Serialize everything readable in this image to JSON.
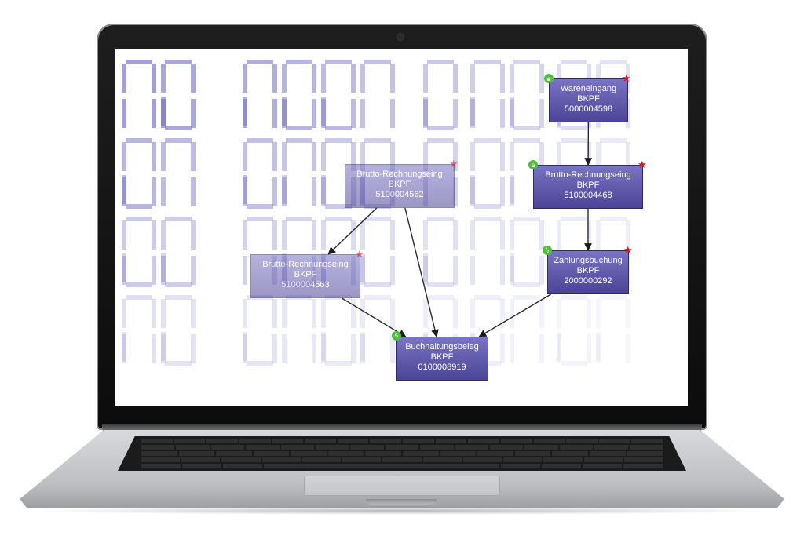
{
  "diagram": {
    "nodes": [
      {
        "id": "wareneingang",
        "lines": [
          "Wareneingang",
          "BKPF",
          "5000004598"
        ],
        "faded": false,
        "status_icon": "lock-icon",
        "star": true
      },
      {
        "id": "brutto-a",
        "lines": [
          "Brutto-Rechnungseing",
          "BKPF",
          "5100004468"
        ],
        "faded": false,
        "status_icon": "lock-icon",
        "star": true
      },
      {
        "id": "zahlung",
        "lines": [
          "Zahlungsbuchung",
          "BKPF",
          "2000000292"
        ],
        "faded": false,
        "status_icon": "bolt-icon",
        "star": true
      },
      {
        "id": "brutto-b",
        "lines": [
          "Brutto-Rechnungseing",
          "BKPF",
          "5100004562"
        ],
        "faded": true,
        "status_icon": null,
        "star": true
      },
      {
        "id": "brutto-c",
        "lines": [
          "Brutto-Rechnungseing",
          "BKPF",
          "5100004563"
        ],
        "faded": true,
        "status_icon": null,
        "star": true
      },
      {
        "id": "buchhaltung",
        "lines": [
          "Buchhaltungsbeleg",
          "BKPF",
          "0100008919"
        ],
        "faded": false,
        "status_icon": "bolt-icon",
        "star": false
      }
    ],
    "edges": [
      {
        "from": "wareneingang",
        "to": "brutto-a"
      },
      {
        "from": "brutto-a",
        "to": "zahlung"
      },
      {
        "from": "zahlung",
        "to": "buchhaltung"
      },
      {
        "from": "brutto-b",
        "to": "brutto-c"
      },
      {
        "from": "brutto-b",
        "to": "buchhaltung"
      },
      {
        "from": "brutto-c",
        "to": "buchhaltung"
      }
    ],
    "colors": {
      "node_fill": "#5a53a8",
      "node_border": "#2f2b6a",
      "star": "#e0121b",
      "status": "#4fbf3a",
      "segments": "#6b66c0"
    }
  }
}
